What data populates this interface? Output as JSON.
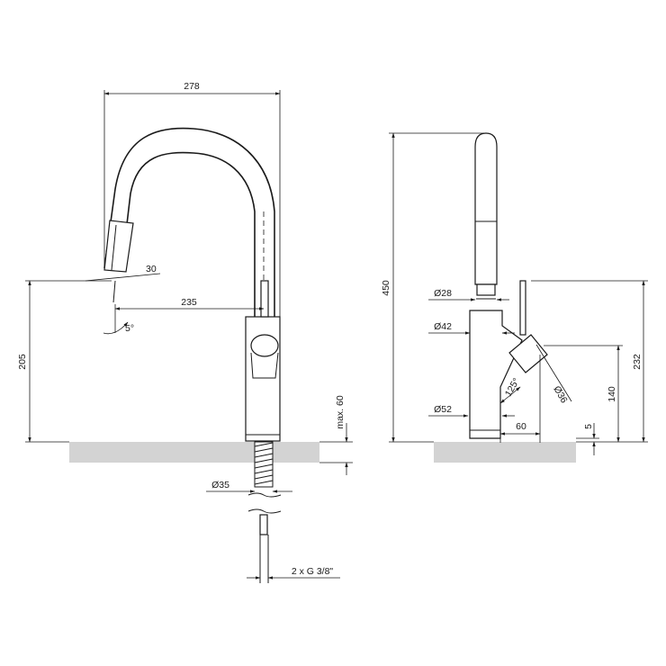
{
  "front_view": {
    "width_label": "278",
    "spray_width_label": "30",
    "reach_label": "235",
    "spout_height_label": "205",
    "tilt_label": "5°",
    "max_counter_label": "max. 60",
    "hole_diameter_label": "Ø35",
    "connection_label": "2 x G 3/8\""
  },
  "side_view": {
    "total_height_label": "450",
    "d28_label": "Ø28",
    "d42_label": "Ø42",
    "d52_label": "Ø52",
    "angle_label": "125°",
    "handle_diameter_label": "Ø36",
    "handle_offset_label": "60",
    "base_height_label": "5",
    "handle_height_label": "140",
    "lever_height_label": "232"
  },
  "colors": {
    "line": "#1a1a1a",
    "counter": "#d3d3d3",
    "background": "#ffffff"
  }
}
